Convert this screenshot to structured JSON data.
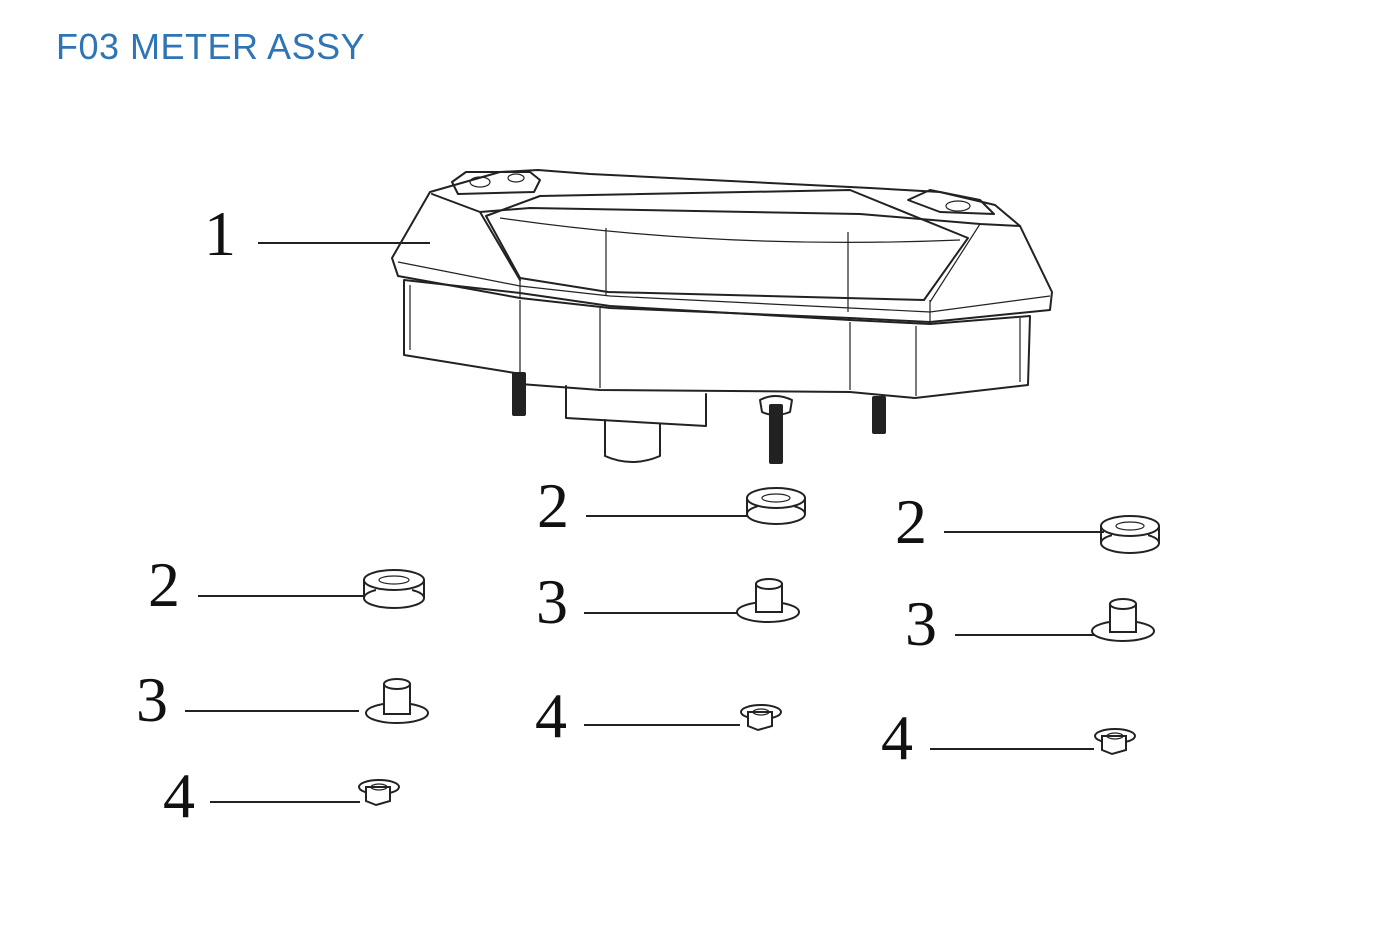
{
  "title": "F03 METER ASSY",
  "callouts": [
    {
      "label": "1",
      "part": "meter body"
    },
    {
      "label": "2",
      "part": "rubber grommet"
    },
    {
      "label": "2",
      "part": "rubber grommet"
    },
    {
      "label": "2",
      "part": "rubber grommet"
    },
    {
      "label": "3",
      "part": "collar"
    },
    {
      "label": "3",
      "part": "collar"
    },
    {
      "label": "3",
      "part": "collar"
    },
    {
      "label": "4",
      "part": "flange nut"
    },
    {
      "label": "4",
      "part": "flange nut"
    },
    {
      "label": "4",
      "part": "flange nut"
    }
  ]
}
